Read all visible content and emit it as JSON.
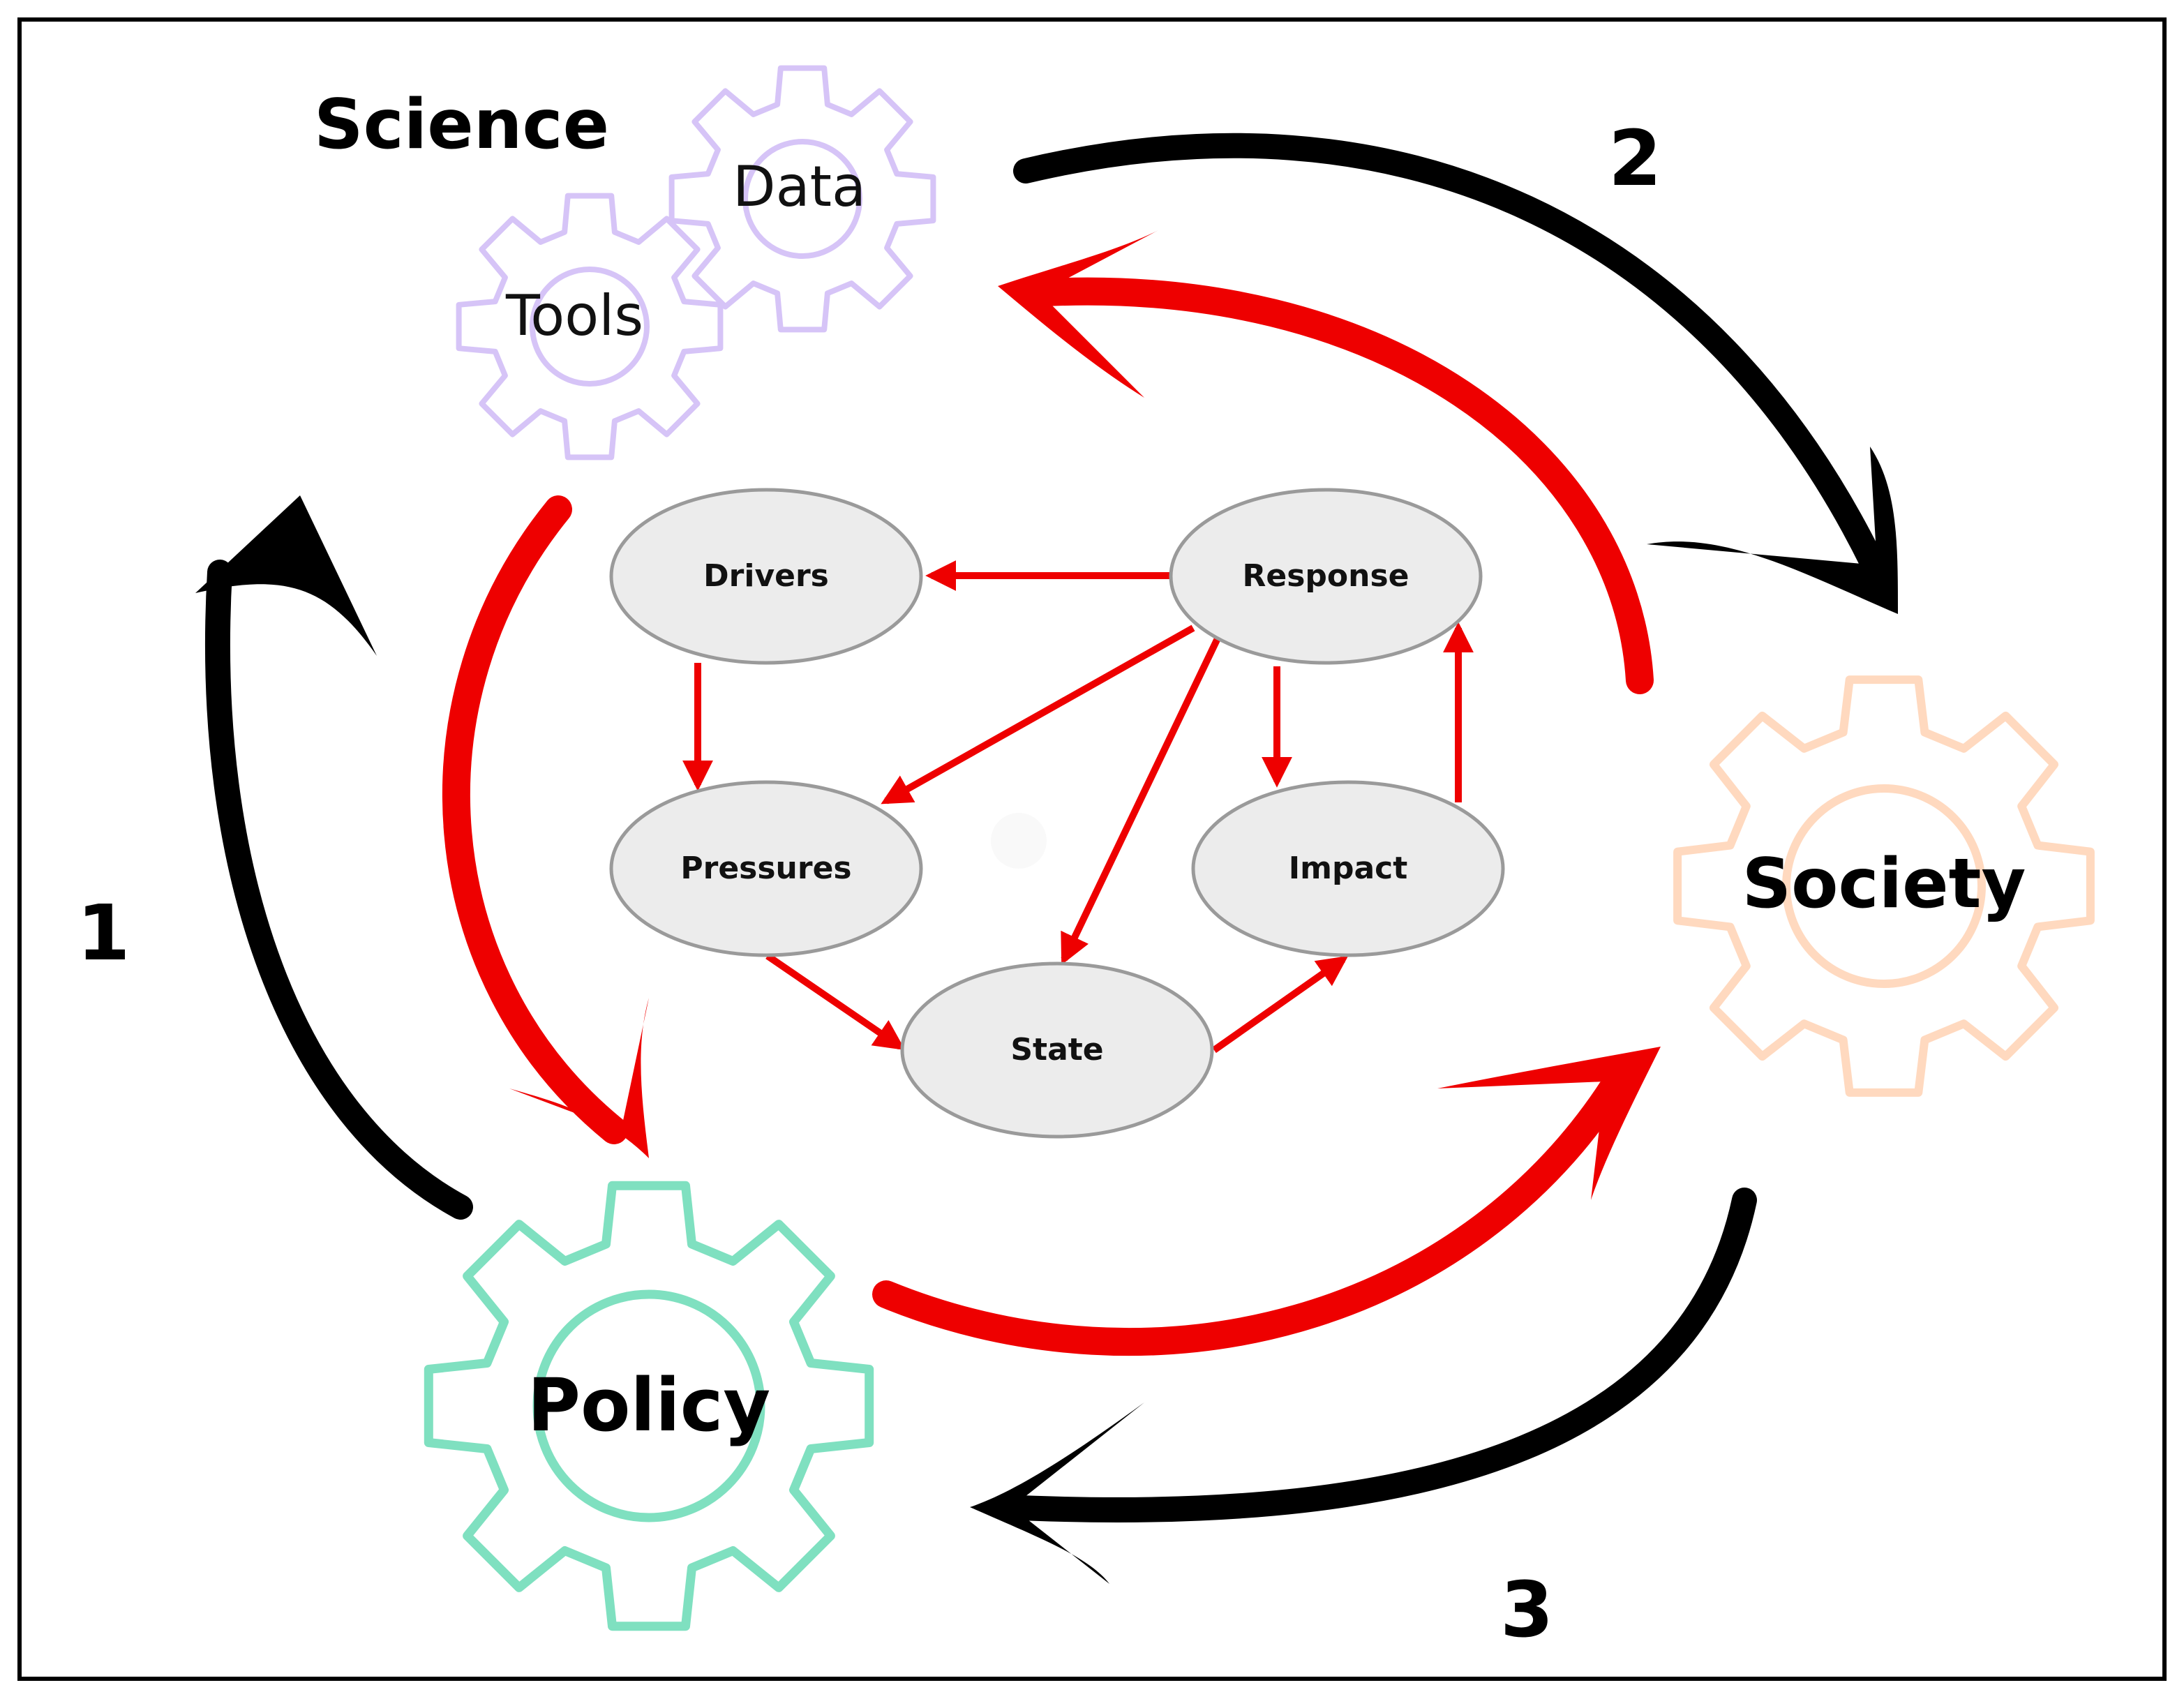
{
  "labels": {
    "science": "Science",
    "data": "Data",
    "tools": "Tools",
    "society": "Society",
    "policy": "Policy",
    "n1": "1",
    "n2": "2",
    "n3": "3"
  },
  "nodes": {
    "drivers": "Drivers",
    "response": "Response",
    "pressures": "Pressures",
    "impact": "Impact",
    "state": "State"
  },
  "colors": {
    "red": "#ee0000",
    "black": "#000000",
    "policy_gear": "#7fe0c0",
    "society_gear": "#ffd9bf",
    "science_gear": "#d6c4f7",
    "node_stroke": "#9a9a9a"
  },
  "icons": [
    "gear-icon"
  ]
}
